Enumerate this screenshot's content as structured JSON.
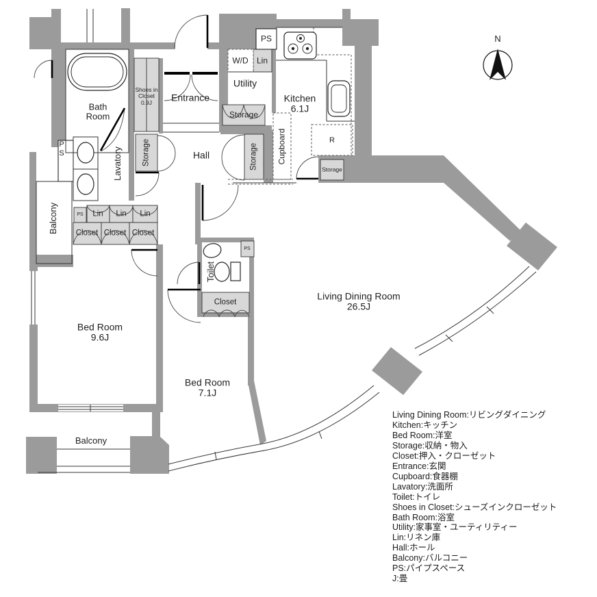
{
  "compass": {
    "north_label": "N"
  },
  "rooms": {
    "bath_room": "Bath\nRoom",
    "shoes_in_closet": "Shoes in\nCloset\n0.9J",
    "entrance": "Entrance",
    "utility": "Utility",
    "kitchen": "Kitchen\n6.1J",
    "hall": "Hall",
    "lavatory": "Lavatory",
    "toilet": "Toilet",
    "living_dining": "Living Dining Room\n26.5J",
    "bed_room_1": "Bed Room\n9.6J",
    "bed_room_2": "Bed Room\n7.1J",
    "balcony_west": "Balcony",
    "balcony_south": "Balcony"
  },
  "fixtures": {
    "wd": "W/D",
    "lin_top": "Lin",
    "lin_1": "Lin",
    "lin_2": "Lin",
    "lin_3": "Lin",
    "ps_top": "PS",
    "ps_west": "PS",
    "ps_small": "PS",
    "ps_toilet": "PS",
    "storage_utility": "Storage",
    "storage_hall_west": "Storage",
    "storage_hall_east": "Storage",
    "storage_kitchen": "Storage",
    "cupboard": "Cupboard",
    "refrigerator": "R",
    "closet_1": "Closet",
    "closet_2": "Closet",
    "closet_3": "Closet",
    "closet_bed7": "Closet"
  },
  "legend": {
    "lines": [
      "Living Dining Room:リビングダイニング",
      "Kitchen:キッチン",
      "Bed Room:洋室",
      "Storage:収納・物入",
      "Closet:押入・クローゼット",
      "Entrance:玄関",
      "Cupboard:食器棚",
      "Lavatory:洗面所",
      "Toilet:トイレ",
      "Shoes in Closet:シューズインクローゼット",
      "Bath Room:浴室",
      "Utility:家事室・ユーティリティー",
      "Lin:リネン庫",
      "Hall:ホール",
      "Balcony:バルコニー",
      "PS:パイプスペース",
      "J:畳"
    ]
  },
  "colors": {
    "wall": "#9b9b9b",
    "storage_fill": "#d8d8d8",
    "line": "#1a1a1a"
  }
}
